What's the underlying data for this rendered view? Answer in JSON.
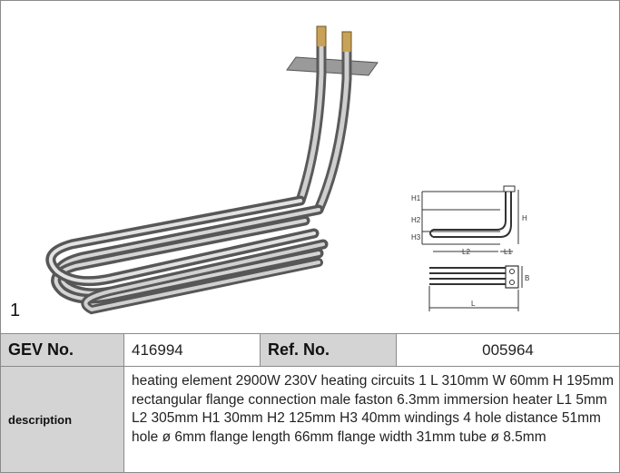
{
  "figure": {
    "number": "1"
  },
  "diagram_labels": {
    "h1": "H1",
    "h2": "H2",
    "h3": "H3",
    "h": "H",
    "l2": "L2",
    "l1": "L1",
    "b": "B",
    "l": "L"
  },
  "table": {
    "gev_label": "GEV No.",
    "gev_value": "416994",
    "ref_label": "Ref. No.",
    "ref_value": "005964",
    "description_label": "description",
    "description_text": "heating element  2900W 230V heating circuits 1 L 310mm W 60mm H 195mm rectangular flange connection male faston 6.3mm immersion heater L1 5mm L2 305mm H1 30mm H2 125mm H3 40mm windings 4 hole distance 51mm hole ø 6mm flange length 66mm flange width 31mm tube ø 8.5mm"
  },
  "colors": {
    "header_bg": "#d4d4d4",
    "border": "#8a8a8a"
  }
}
